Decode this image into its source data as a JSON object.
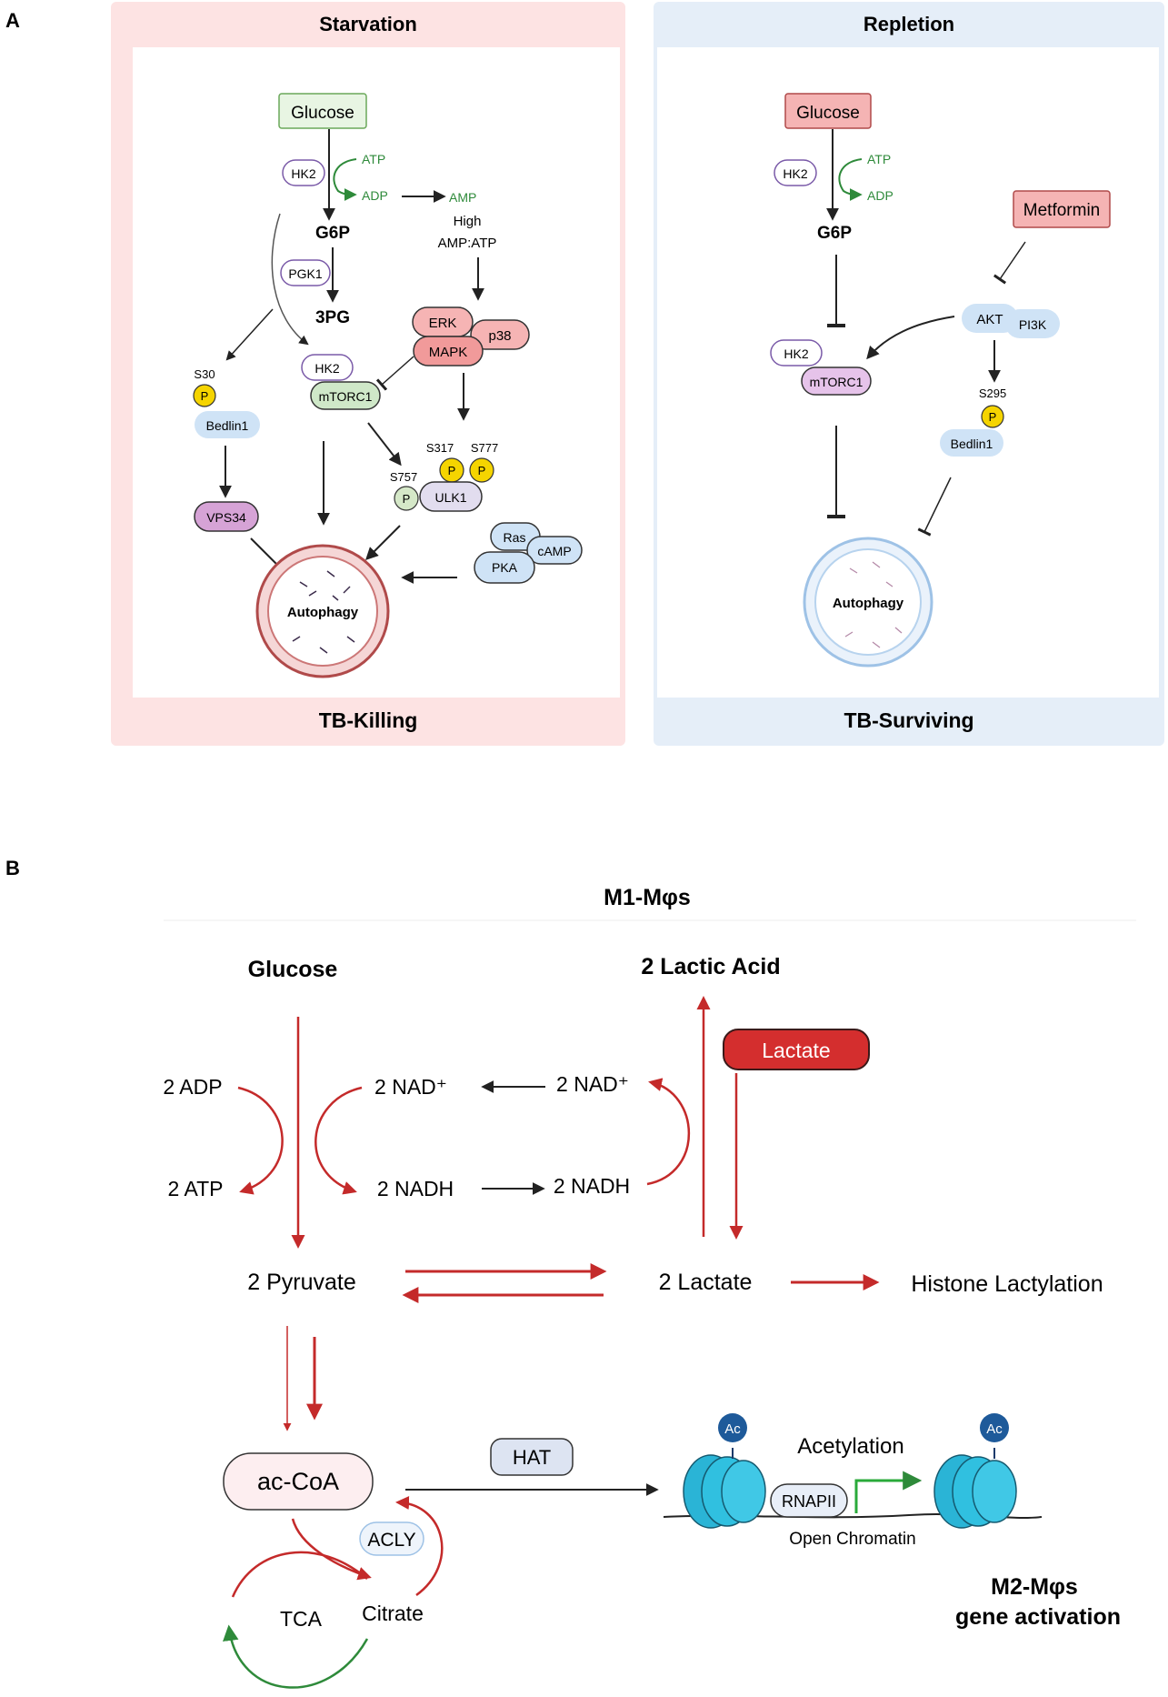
{
  "panel_a": {
    "label": "A",
    "starvation": {
      "title": "Starvation",
      "footer": "TB-Killing",
      "glucose": "Glucose",
      "hk2_top": "HK2",
      "atp": "ATP",
      "adp": "ADP",
      "amp": "AMP",
      "high": "High",
      "amp_atp": "AMP:ATP",
      "g6p": "G6P",
      "pgk1": "PGK1",
      "threepg": "3PG",
      "erk": "ERK",
      "p38": "p38",
      "mapk": "MAPK",
      "s30": "S30",
      "p": "P",
      "bedlin1": "Bedlin1",
      "hk2_mid": "HK2",
      "mtorc1": "mTORC1",
      "s317": "S317",
      "s777": "S777",
      "s757": "S757",
      "ulk1": "ULK1",
      "vps34": "VPS34",
      "ras": "Ras",
      "camp": "cAMP",
      "pka": "PKA",
      "autophagy": "Autophagy"
    },
    "repletion": {
      "title": "Repletion",
      "footer": "TB-Surviving",
      "glucose": "Glucose",
      "hk2_top": "HK2",
      "atp": "ATP",
      "adp": "ADP",
      "g6p": "G6P",
      "metformin": "Metformin",
      "akt": "AKT",
      "pi3k": "PI3K",
      "s295": "S295",
      "p": "P",
      "bedlin1": "Bedlin1",
      "hk2_mid": "HK2",
      "mtorc1": "mTORC1",
      "autophagy": "Autophagy"
    }
  },
  "panel_b": {
    "label": "B",
    "title": "M1-Mφs",
    "glucose": "Glucose",
    "lactic_acid": "2 Lactic Acid",
    "lactate_box": "Lactate",
    "adp": "2 ADP",
    "atp": "2 ATP",
    "nad_left": "2 NAD⁺",
    "nad_right": "2 NAD⁺",
    "nadh_left": "2 NADH",
    "nadh_right": "2 NADH",
    "pyruvate": "2 Pyruvate",
    "lactate": "2 Lactate",
    "histone": "Histone Lactylation",
    "accoa": "ac-CoA",
    "acly": "ACLY",
    "tca": "TCA",
    "citrate": "Citrate",
    "hat": "HAT",
    "ac": "Ac",
    "acetylation": "Acetylation",
    "rnapii": "RNAPII",
    "open_chromatin": "Open Chromatin",
    "m2_line1": "M2-Mφs",
    "m2_line2": "gene activation"
  },
  "colors": {
    "starv_bg": "#fde3e3",
    "repl_bg": "#e5eef8",
    "red": "#c42a2a",
    "green": "#2e8a3a",
    "yellow": "#f5d400"
  }
}
